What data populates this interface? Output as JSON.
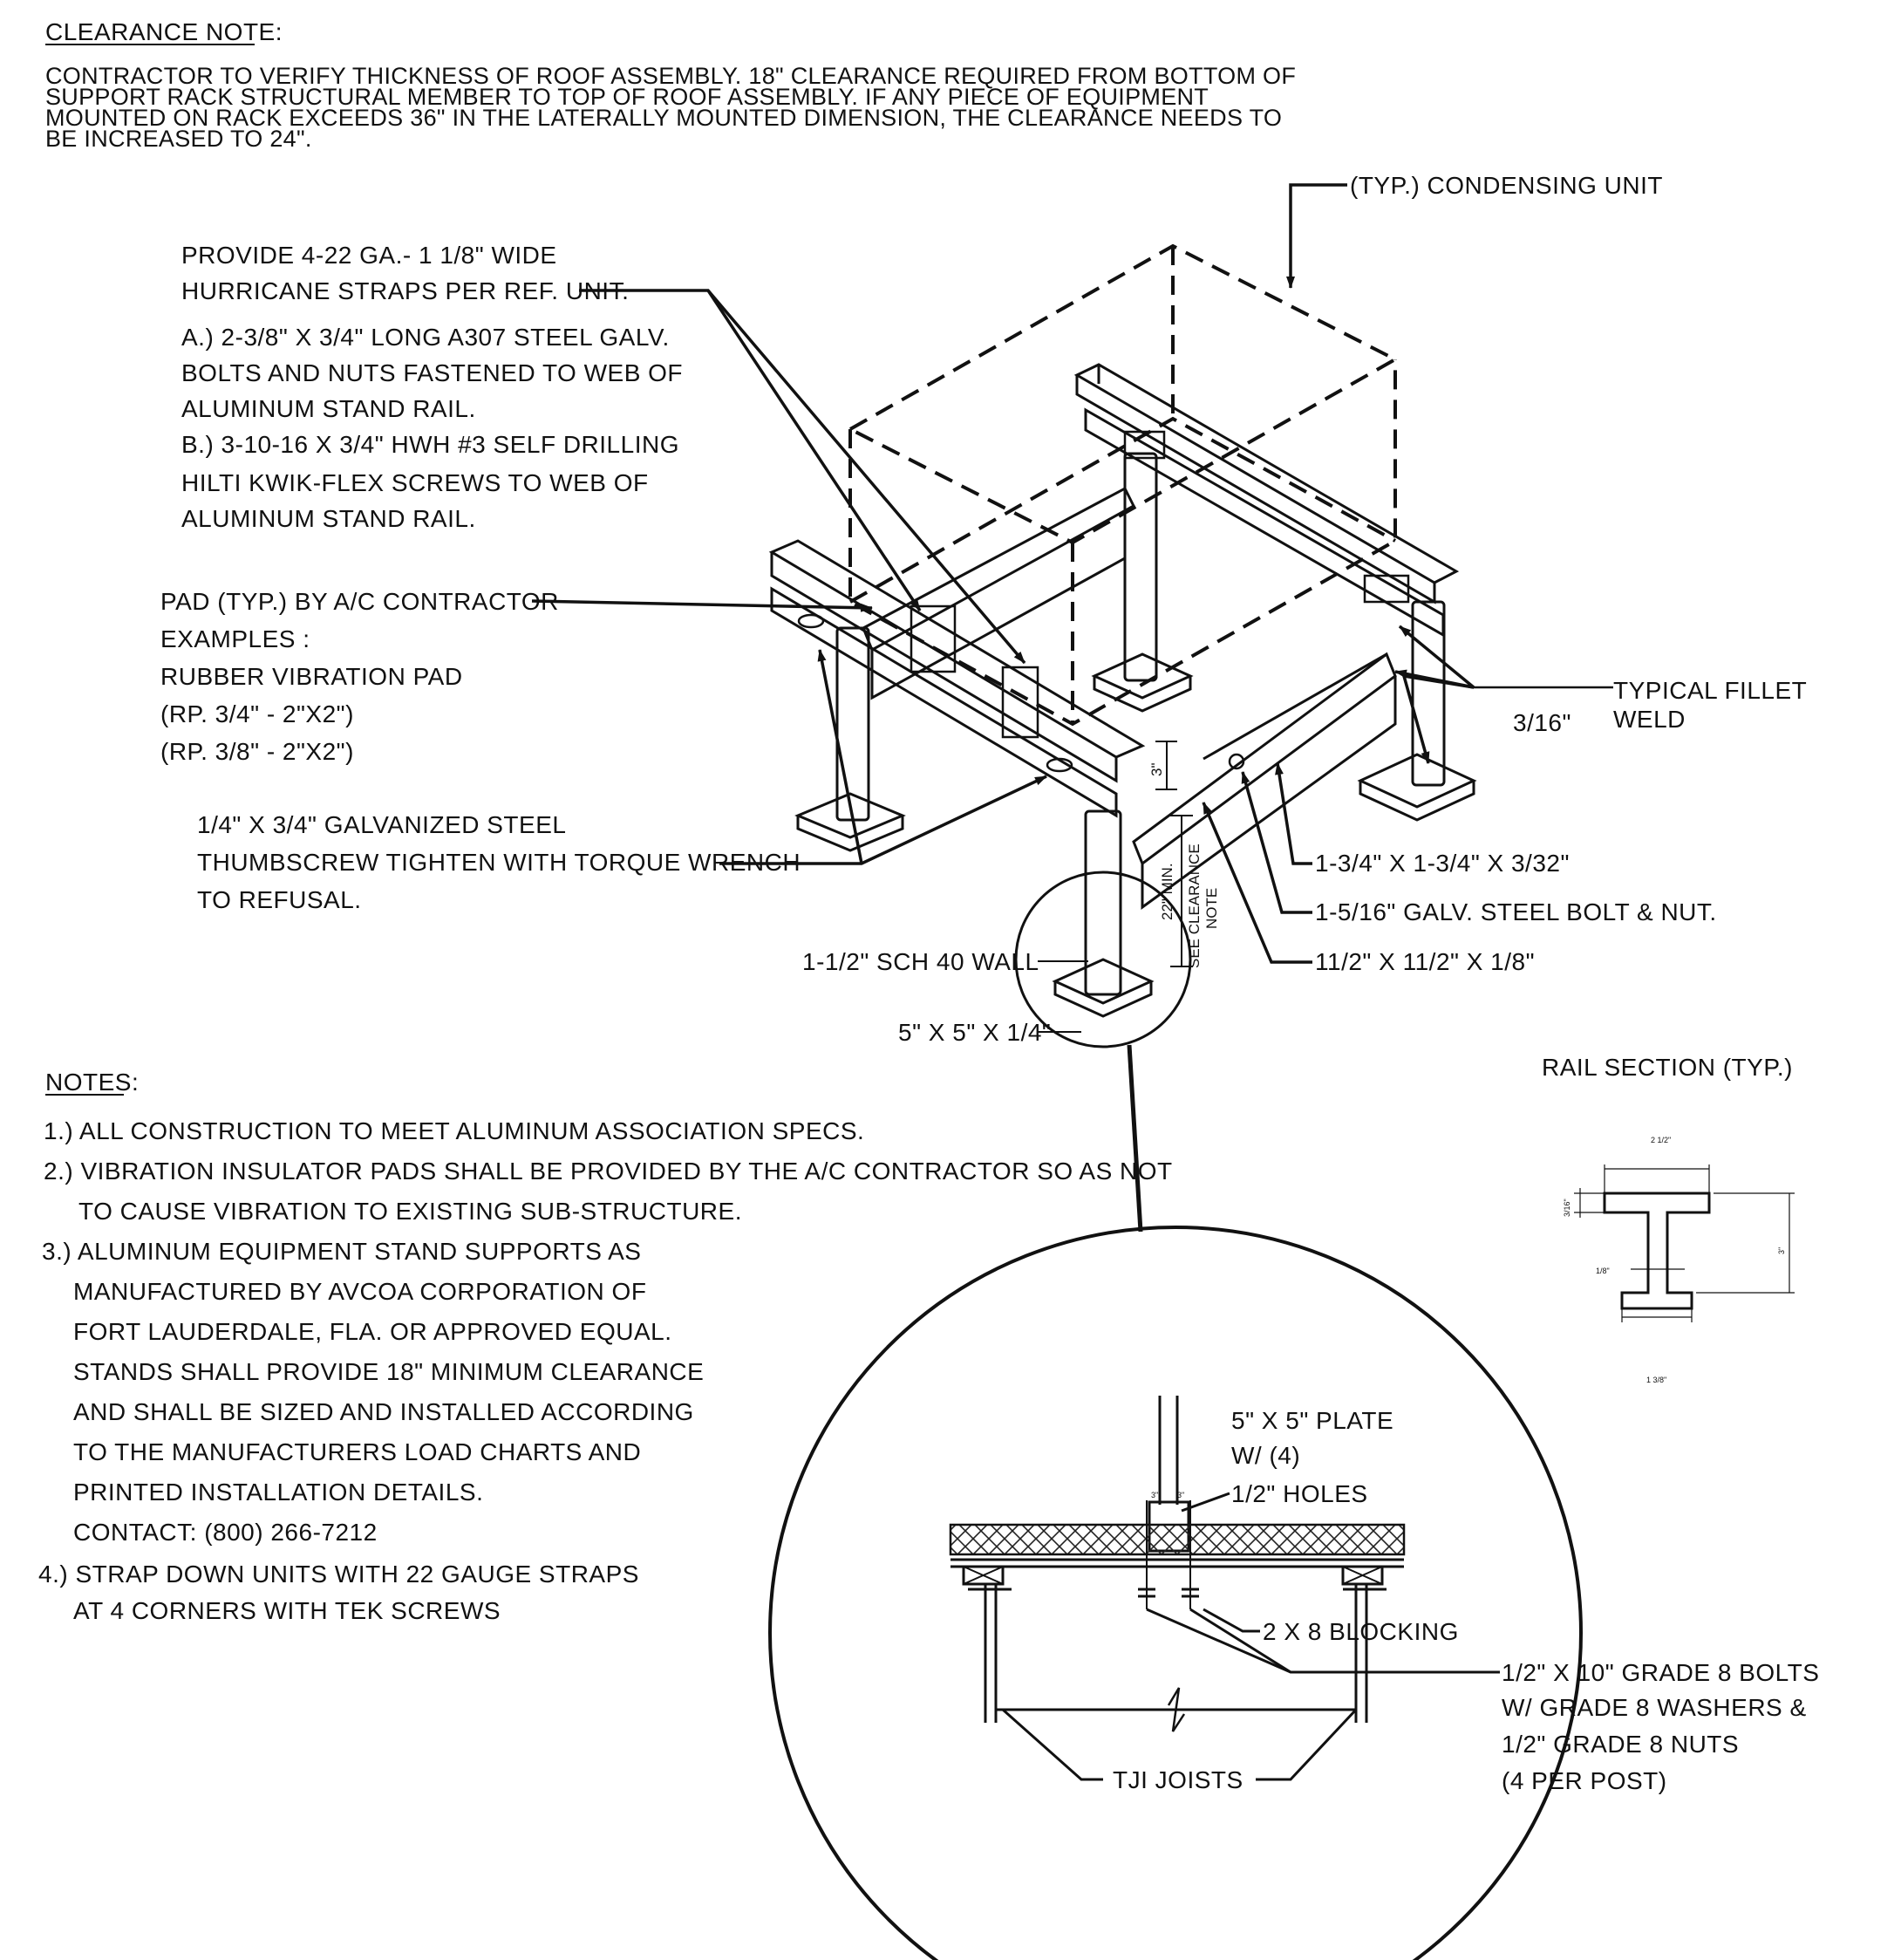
{
  "clearance": {
    "heading": "CLEARANCE NOTE:",
    "lines": [
      "CONTRACTOR TO VERIFY THICKNESS OF ROOF ASSEMBLY. 18\" CLEARANCE REQUIRED FROM BOTTOM OF",
      "SUPPORT RACK STRUCTURAL MEMBER TO TOP OF ROOF ASSEMBLY. IF ANY PIECE OF EQUIPMENT",
      "MOUNTED ON RACK EXCEEDS 36\" IN THE LATERALLY MOUNTED DIMENSION, THE CLEARANCE NEEDS TO",
      "BE INCREASED TO 24\"."
    ]
  },
  "callouts": {
    "condensing_unit": "(TYP.) CONDENSING UNIT",
    "straps": [
      "PROVIDE 4-22 GA.- 1 1/8\" WIDE",
      "HURRICANE STRAPS PER REF. UNIT.",
      "A.) 2-3/8\" X 3/4\" LONG A307 STEEL GALV.",
      "BOLTS AND NUTS FASTENED TO WEB OF",
      "ALUMINUM STAND RAIL.",
      "B.) 3-10-16 X 3/4\" HWH #3 SELF DRILLING",
      "HILTI KWIK-FLEX SCREWS TO WEB OF",
      "ALUMINUM STAND RAIL."
    ],
    "pad": [
      "PAD (TYP.) BY A/C CONTRACTOR",
      "EXAMPLES :",
      "RUBBER VIBRATION PAD",
      "(RP. 3/4\" - 2\"X2\")",
      "(RP. 3/8\" - 2\"X2\")"
    ],
    "thumbscrew": [
      "1/4\" X 3/4\" GALVANIZED STEEL",
      "THUMBSCREW TIGHTEN WITH TORQUE WRENCH",
      "TO REFUSAL."
    ],
    "fillet_weld": [
      "TYPICAL FILLET",
      "WELD"
    ],
    "weld_size": "3/16\"",
    "tube_1": "1-3/4\" X 1-3/4\" X 3/32\"",
    "bolt_nut": "1-5/16\" GALV. STEEL BOLT & NUT.",
    "tube_2": "11/2\" X 11/2\" X 1/8\"",
    "pipe": "1-1/2\" SCH 40 WALL",
    "base_plate": "5\" X 5\" X 1/4\"",
    "dim_3": "3\"",
    "dim_22": "22\" MIN.",
    "see_clearance": [
      "SEE CLEARANCE",
      "NOTE"
    ]
  },
  "rail_section": {
    "title": "RAIL SECTION (TYP.)",
    "dims": [
      "2 1/2\"",
      "3/16\"",
      "3\"",
      "1/8\"",
      "1 3/8\""
    ]
  },
  "notes": {
    "heading": "NOTES:",
    "lines": [
      "1.) ALL CONSTRUCTION TO MEET ALUMINUM ASSOCIATION SPECS.",
      "2.) VIBRATION INSULATOR PADS SHALL BE PROVIDED BY THE A/C CONTRACTOR SO AS NOT",
      "TO CAUSE VIBRATION TO EXISTING SUB-STRUCTURE.",
      "3.) ALUMINUM EQUIPMENT STAND SUPPORTS AS",
      "MANUFACTURED BY AVCOA CORPORATION OF",
      "FORT LAUDERDALE, FLA. OR APPROVED EQUAL.",
      "STANDS SHALL PROVIDE 18\" MINIMUM CLEARANCE",
      "AND SHALL BE SIZED AND INSTALLED ACCORDING",
      "TO THE MANUFACTURERS LOAD CHARTS AND",
      "PRINTED INSTALLATION DETAILS.",
      "CONTACT:  (800) 266-7212",
      "4.) STRAP DOWN UNITS WITH 22 GAUGE STRAPS",
      "AT 4 CORNERS WITH TEK SCREWS"
    ]
  },
  "detail": {
    "plate": [
      "5\" X 5\" PLATE",
      "W/ (4)",
      "1/2\" HOLES"
    ],
    "plate_dims": [
      "3\"",
      "3\""
    ],
    "blocking": "2 X 8 BLOCKING",
    "bolts": [
      "1/2\" X 10\" GRADE 8 BOLTS",
      "W/ GRADE 8 WASHERS &",
      "1/2\" GRADE 8 NUTS",
      "(4 PER POST)"
    ],
    "joists": "TJI JOISTS"
  }
}
